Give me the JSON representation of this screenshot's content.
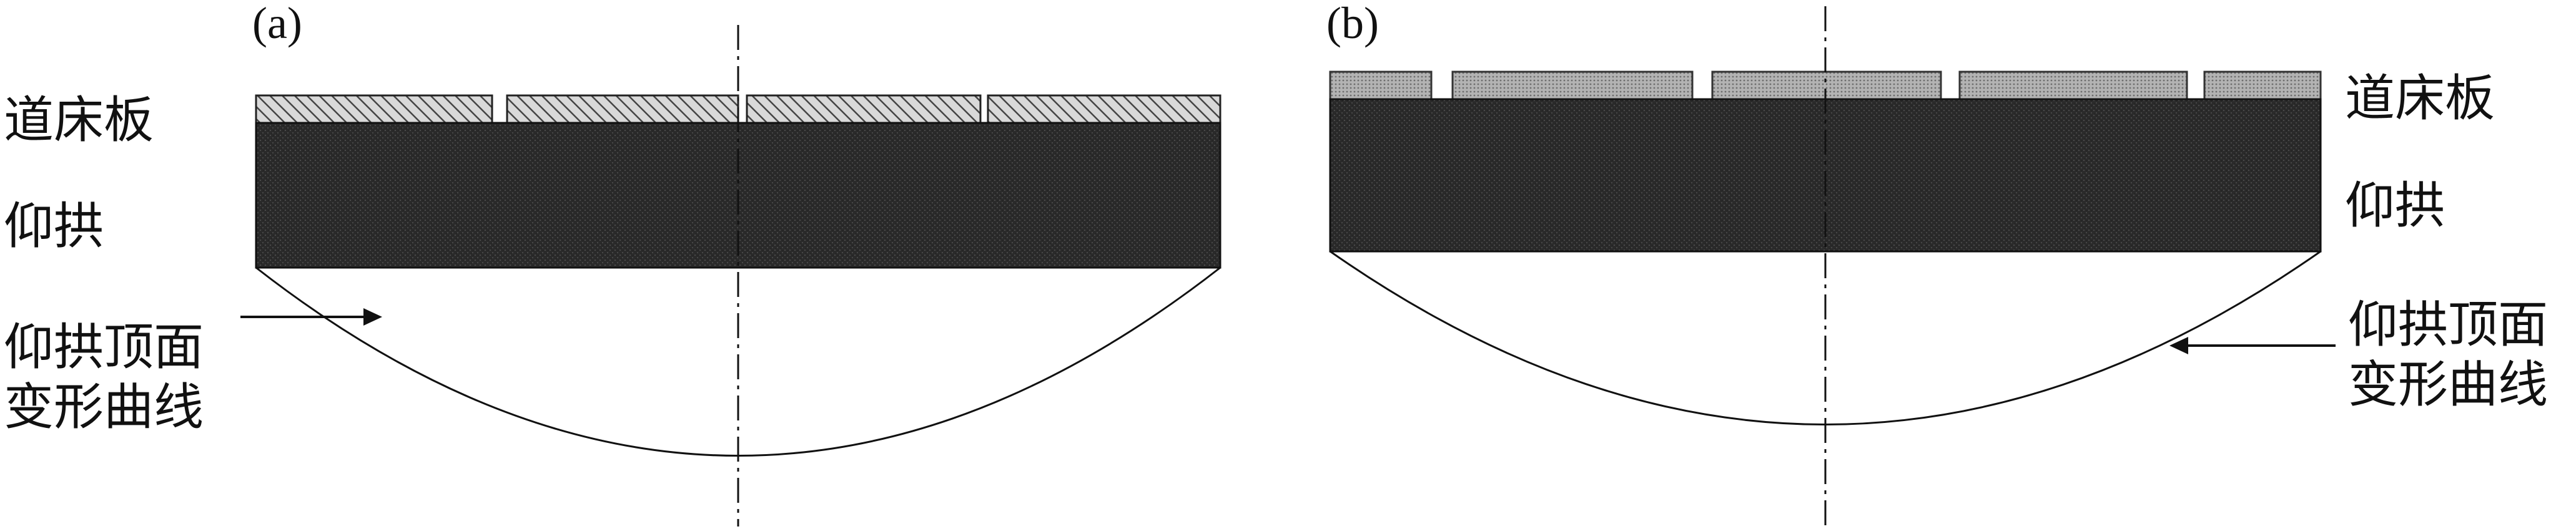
{
  "panels": {
    "a": {
      "tag": "(a)",
      "slab_label": "道床板",
      "invert_label": "仰拱",
      "curve_label_line1": "仰拱顶面",
      "curve_label_line2": "变形曲线"
    },
    "b": {
      "tag": "(b)",
      "slab_label": "道床板",
      "invert_label": "仰拱",
      "curve_label_line1": "仰拱顶面",
      "curve_label_line2": "变形曲线"
    }
  },
  "colors": {
    "invert_fill": "#2b2b2b",
    "slab_hatch": "#555555",
    "slab_gray": "#b8b8b8",
    "line": "#111111"
  }
}
